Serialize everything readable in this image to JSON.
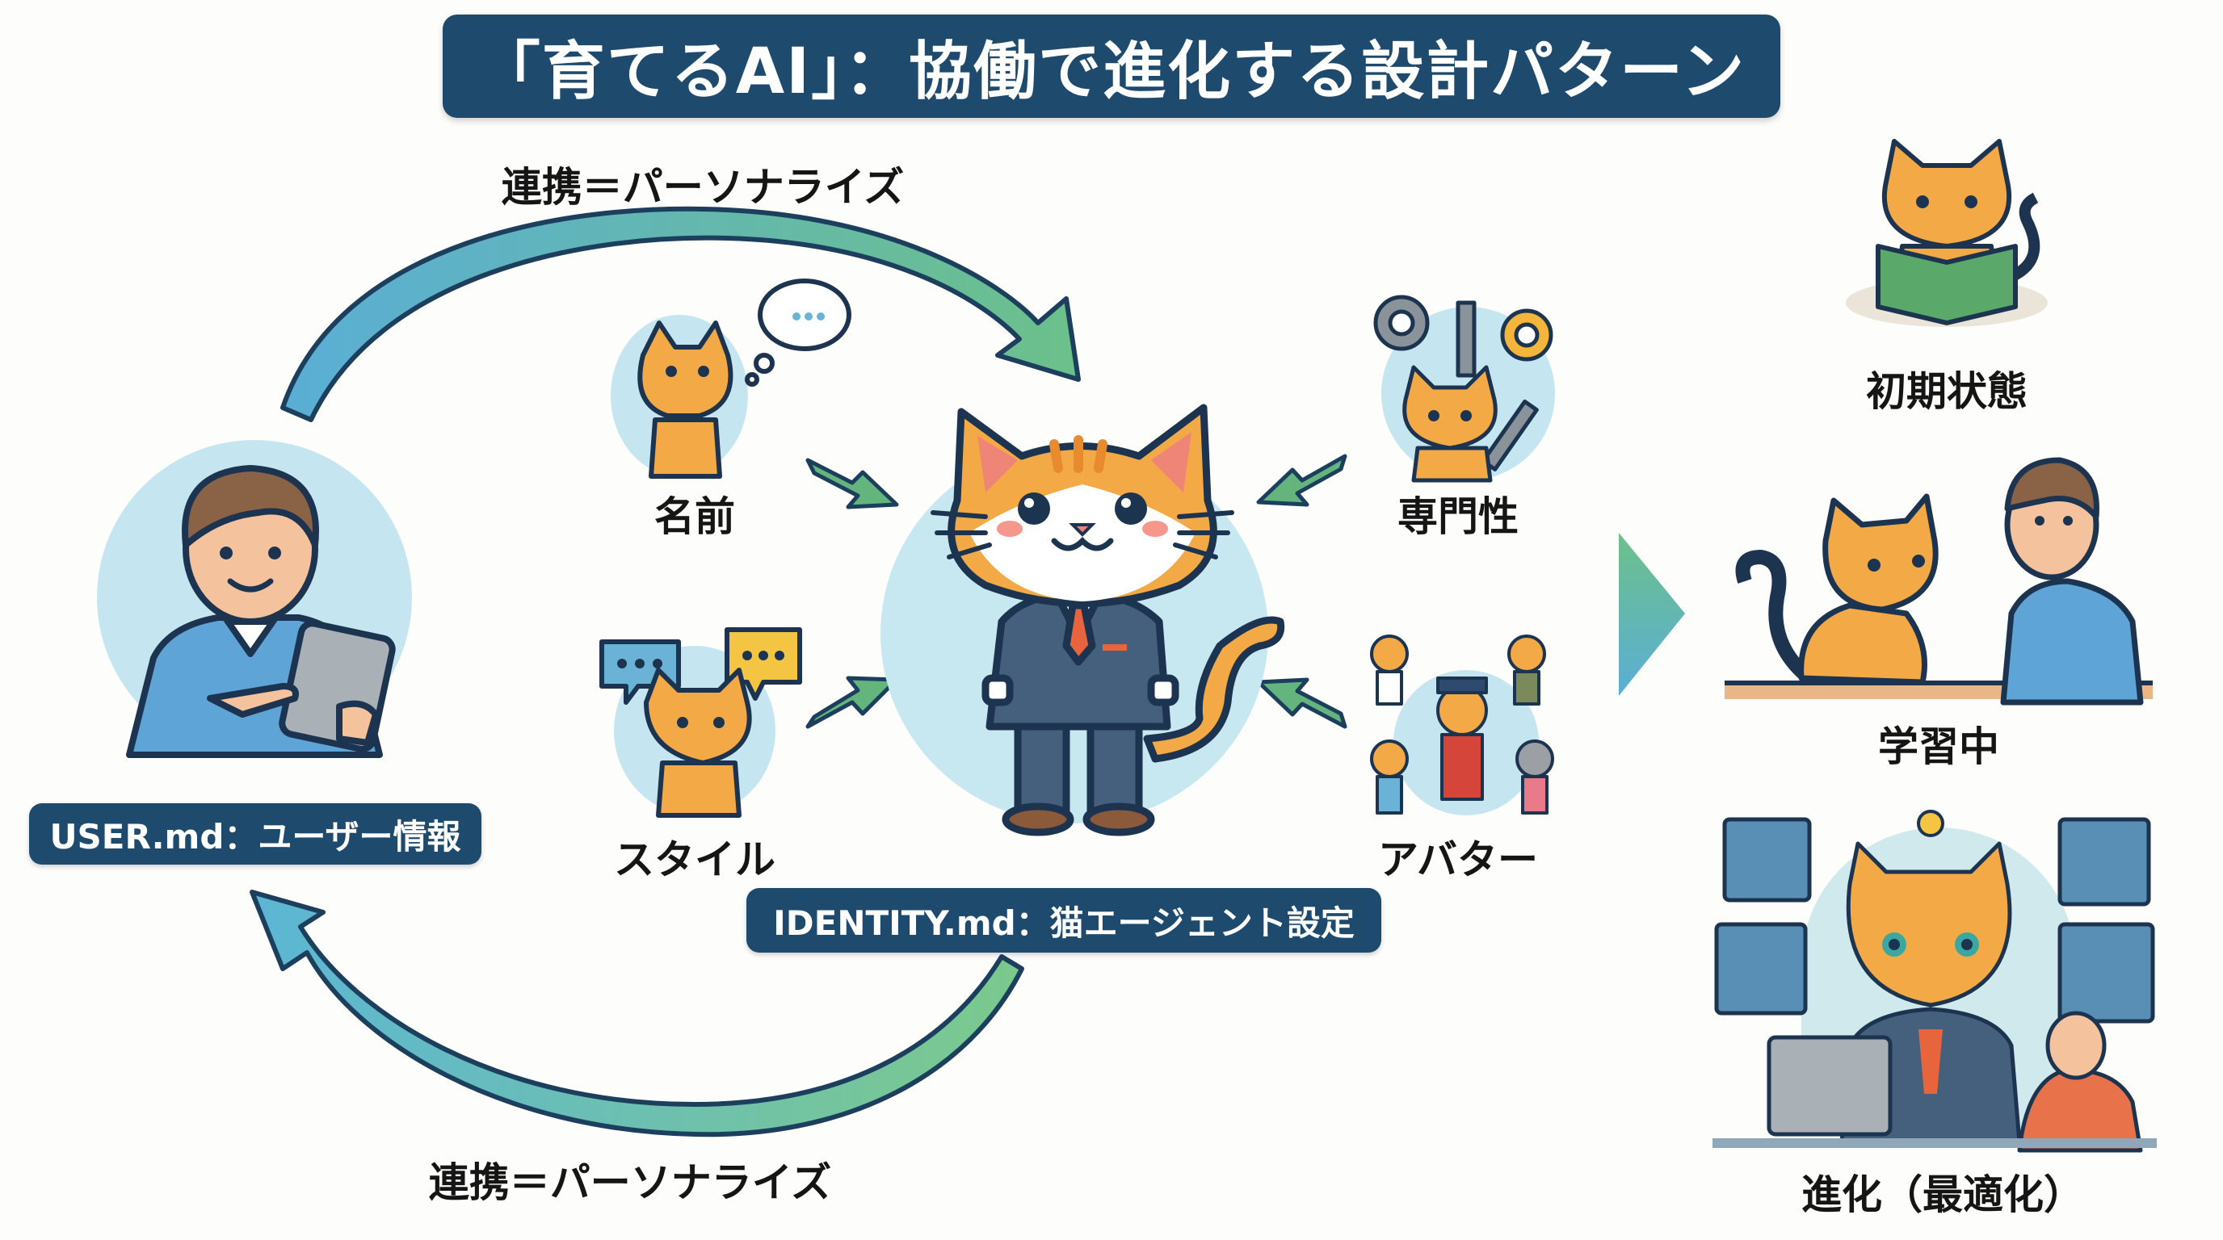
{
  "title": "「育てるAI」：協働で進化する設計パターン",
  "arrows": {
    "top_label": "連携＝パーソナライズ",
    "bottom_label": "連携＝パーソナライズ",
    "colors": {
      "start": "#5aaed6",
      "end": "#6cc08a",
      "outline": "#1d3f5e"
    }
  },
  "user": {
    "badge": "USER.md：ユーザー情報",
    "illustration": "person-with-tablet"
  },
  "agent": {
    "badge": "IDENTITY.md：猫エージェント設定",
    "illustration": "cat-in-suit"
  },
  "attributes": [
    {
      "label": "名前",
      "illustration": "thinking-cat"
    },
    {
      "label": "スタイル",
      "illustration": "chatting-cat"
    },
    {
      "label": "専門性",
      "illustration": "cat-with-tools"
    },
    {
      "label": "アバター",
      "illustration": "cat-costumes"
    }
  ],
  "stages": [
    {
      "label": "初期状態",
      "illustration": "cat-reading-book"
    },
    {
      "label": "学習中",
      "illustration": "cat-playing-with-person"
    },
    {
      "label": "進化（最適化）",
      "illustration": "cat-working-with-dashboards"
    }
  ],
  "colors": {
    "navy": "#1e4a6e",
    "cat_orange": "#f3a945",
    "stripe": "#e88a2e",
    "circle_bg": "#c5e6f0",
    "outline": "#1d3450",
    "suit": "#44607c",
    "tie": "#e8643c"
  }
}
